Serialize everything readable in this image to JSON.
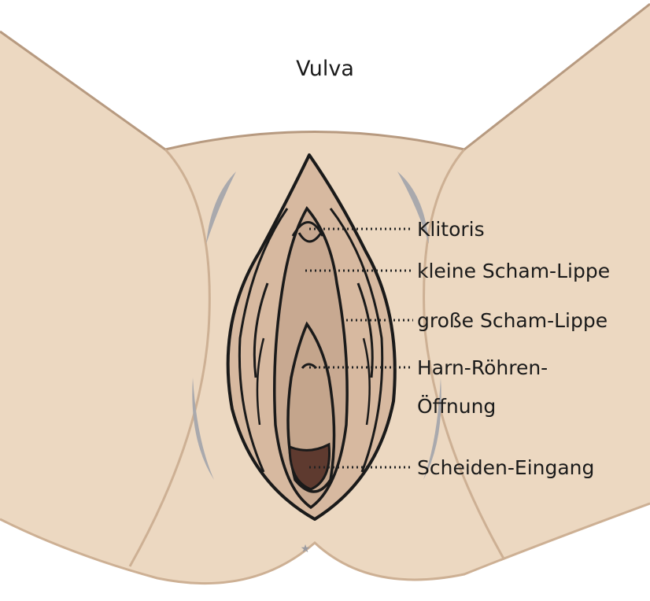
{
  "diagram": {
    "title": "Vulva",
    "labels": {
      "klitoris": "Klitoris",
      "kleine_schamlippe": "kleine Scham-Lippe",
      "grosse_schamlippe": "große Scham-Lippe",
      "harnroehren_line1": "Harn-Röhren-",
      "harnroehren_line2": "Öffnung",
      "scheideneingang": "Scheiden-Eingang"
    }
  },
  "colors": {
    "skin": "#ecd8c1",
    "skin_line": "#cdb094",
    "outer_labia": "#d7b9a0",
    "inner_area": "#c8a991",
    "vestibule": "#bfa088",
    "opening": "#5e3a2f",
    "shadow": "#a9a9ad",
    "outline": "#1a1a1a",
    "leader": "#222222"
  }
}
